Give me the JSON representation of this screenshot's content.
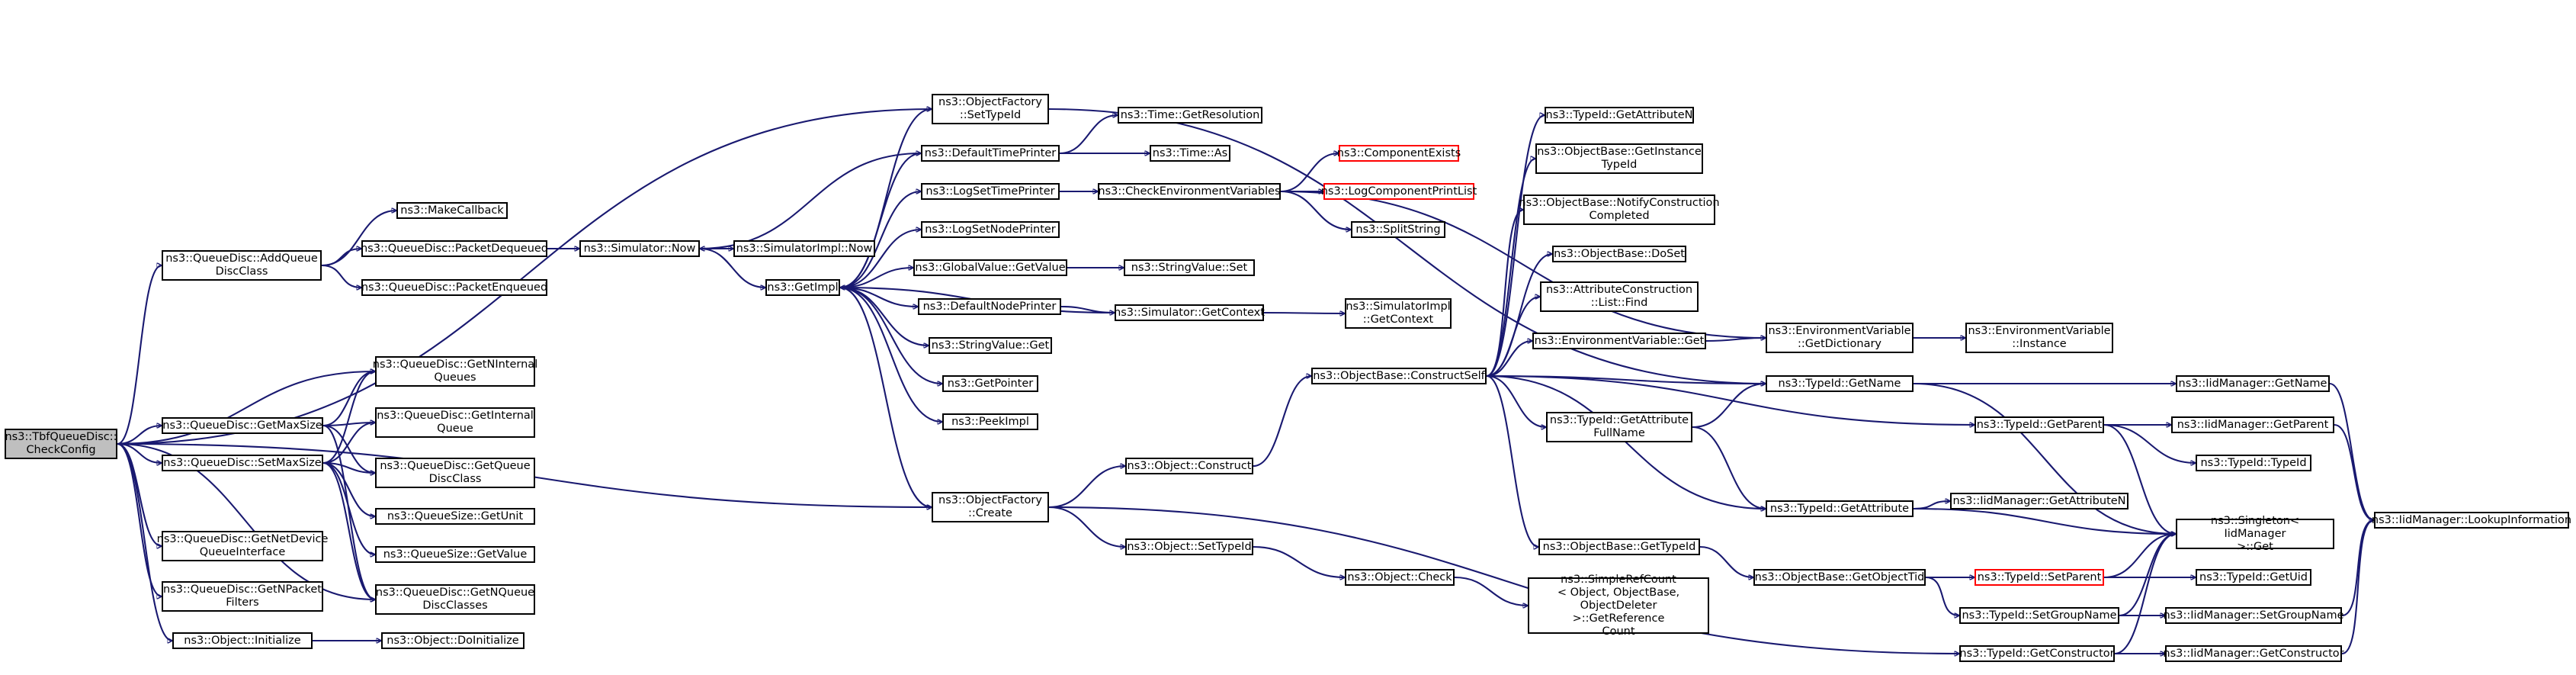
{
  "colors": {
    "edge": "#191970",
    "node_border": "#000000",
    "root_fill": "#bfbfbf",
    "missing_border": "#ff0000"
  },
  "nodes": [
    {
      "id": "root",
      "label": "ns3::TbfQueueDisc::\nCheckConfig",
      "style": "root"
    },
    {
      "id": "addqdc",
      "label": "ns3::QueueDisc::AddQueue\nDiscClass"
    },
    {
      "id": "getmaxsize",
      "label": "ns3::QueueDisc::GetMaxSize"
    },
    {
      "id": "setmaxsize",
      "label": "ns3::QueueDisc::SetMaxSize"
    },
    {
      "id": "getnetdev",
      "label": "ns3::QueueDisc::GetNetDevice\nQueueInterface"
    },
    {
      "id": "getnpacket",
      "label": "ns3::QueueDisc::GetNPacket\nFilters"
    },
    {
      "id": "objinit",
      "label": "ns3::Object::Initialize"
    },
    {
      "id": "makecb",
      "label": "ns3::MakeCallback"
    },
    {
      "id": "pktdeq",
      "label": "ns3::QueueDisc::PacketDequeued"
    },
    {
      "id": "pktenq",
      "label": "ns3::QueueDisc::PacketEnqueued"
    },
    {
      "id": "getninternal",
      "label": "ns3::QueueDisc::GetNInternal\nQueues"
    },
    {
      "id": "getinternal",
      "label": "ns3::QueueDisc::GetInternal\nQueue"
    },
    {
      "id": "getqdc",
      "label": "ns3::QueueDisc::GetQueue\nDiscClass"
    },
    {
      "id": "getunit",
      "label": "ns3::QueueSize::GetUnit"
    },
    {
      "id": "getvalue",
      "label": "ns3::QueueSize::GetValue"
    },
    {
      "id": "getnqdc",
      "label": "ns3::QueueDisc::GetNQueue\nDiscClasses"
    },
    {
      "id": "doinit",
      "label": "ns3::Object::DoInitialize"
    },
    {
      "id": "simnow",
      "label": "ns3::Simulator::Now"
    },
    {
      "id": "simimplnow",
      "label": "ns3::SimulatorImpl::Now"
    },
    {
      "id": "getimpl",
      "label": "ns3::GetImpl"
    },
    {
      "id": "ofsettid",
      "label": "ns3::ObjectFactory\n::SetTypeId"
    },
    {
      "id": "deftimep",
      "label": "ns3::DefaultTimePrinter"
    },
    {
      "id": "logsettp",
      "label": "ns3::LogSetTimePrinter"
    },
    {
      "id": "logsetnp",
      "label": "ns3::LogSetNodePrinter"
    },
    {
      "id": "gvgetval",
      "label": "ns3::GlobalValue::GetValue"
    },
    {
      "id": "defnodep",
      "label": "ns3::DefaultNodePrinter"
    },
    {
      "id": "strvalget",
      "label": "ns3::StringValue::Get"
    },
    {
      "id": "getptr",
      "label": "ns3::GetPointer"
    },
    {
      "id": "peekimpl",
      "label": "ns3::PeekImpl"
    },
    {
      "id": "ofcreate",
      "label": "ns3::ObjectFactory\n::Create"
    },
    {
      "id": "timegetres",
      "label": "ns3::Time::GetResolution"
    },
    {
      "id": "timeas",
      "label": "ns3::Time::As"
    },
    {
      "id": "checkenv",
      "label": "ns3::CheckEnvironmentVariables"
    },
    {
      "id": "strvalset",
      "label": "ns3::StringValue::Set"
    },
    {
      "id": "simgetctx",
      "label": "ns3::Simulator::GetContext"
    },
    {
      "id": "objconstruct",
      "label": "ns3::Object::Construct"
    },
    {
      "id": "objsettid",
      "label": "ns3::Object::SetTypeId"
    },
    {
      "id": "compexists",
      "label": "ns3::ComponentExists",
      "style": "red"
    },
    {
      "id": "logcomppl",
      "label": "ns3::LogComponentPrintList",
      "style": "red"
    },
    {
      "id": "splitstr",
      "label": "ns3::SplitString"
    },
    {
      "id": "simimplgetctx",
      "label": "ns3::SimulatorImpl\n::GetContext"
    },
    {
      "id": "obconstructself",
      "label": "ns3::ObjectBase::ConstructSelf"
    },
    {
      "id": "objcheck",
      "label": "ns3::Object::Check"
    },
    {
      "id": "tidgetattrn",
      "label": "ns3::TypeId::GetAttributeN"
    },
    {
      "id": "obgetinsttid",
      "label": "ns3::ObjectBase::GetInstance\nTypeId"
    },
    {
      "id": "obnotify",
      "label": "ns3::ObjectBase::NotifyConstruction\nCompleted"
    },
    {
      "id": "obdoset",
      "label": "ns3::ObjectBase::DoSet"
    },
    {
      "id": "acfind",
      "label": "ns3::AttributeConstruction\n::List::Find"
    },
    {
      "id": "envget",
      "label": "ns3::EnvironmentVariable::Get"
    },
    {
      "id": "tidgetattrfull",
      "label": "ns3::TypeId::GetAttribute\nFullName"
    },
    {
      "id": "obgettid",
      "label": "ns3::ObjectBase::GetTypeId"
    },
    {
      "id": "simplerc",
      "label": "ns3::SimpleRefCount\n< Object, ObjectBase,\nObjectDeleter >::GetReference\nCount"
    },
    {
      "id": "envgetdict",
      "label": "ns3::EnvironmentVariable\n::GetDictionary"
    },
    {
      "id": "tidgetname",
      "label": "ns3::TypeId::GetName"
    },
    {
      "id": "tidgetattr",
      "label": "ns3::TypeId::GetAttribute"
    },
    {
      "id": "obgetobjtid",
      "label": "ns3::ObjectBase::GetObjectTid"
    },
    {
      "id": "tidgetctor",
      "label": "ns3::TypeId::GetConstructor"
    },
    {
      "id": "envinstance",
      "label": "ns3::EnvironmentVariable\n::Instance"
    },
    {
      "id": "tidgetparent",
      "label": "ns3::TypeId::GetParent"
    },
    {
      "id": "iidgetattrn",
      "label": "ns3::IidManager::GetAttributeN"
    },
    {
      "id": "tidsetparent",
      "label": "ns3::TypeId::SetParent",
      "style": "red"
    },
    {
      "id": "tidsetgroup",
      "label": "ns3::TypeId::SetGroupName"
    },
    {
      "id": "iidgetname",
      "label": "ns3::IidManager::GetName"
    },
    {
      "id": "iidgetparent",
      "label": "ns3::IidManager::GetParent"
    },
    {
      "id": "tidtypeid",
      "label": "ns3::TypeId::TypeId"
    },
    {
      "id": "singleton",
      "label": "ns3::Singleton< IidManager\n>::Get"
    },
    {
      "id": "tidgetuid",
      "label": "ns3::TypeId::GetUid"
    },
    {
      "id": "iidsetgroup",
      "label": "ns3::IidManager::SetGroupName"
    },
    {
      "id": "iidgetctor",
      "label": "ns3::IidManager::GetConstructor"
    },
    {
      "id": "iidlookup",
      "label": "ns3::IidManager::LookupInformation"
    }
  ]
}
